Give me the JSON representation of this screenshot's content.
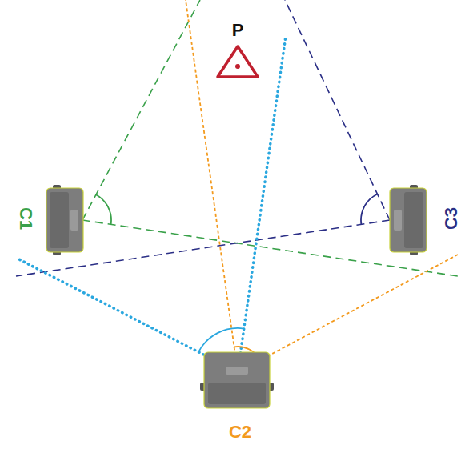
{
  "diagram": {
    "labels": [
      "P",
      "C1",
      "C2",
      "C3"
    ]
  }
}
